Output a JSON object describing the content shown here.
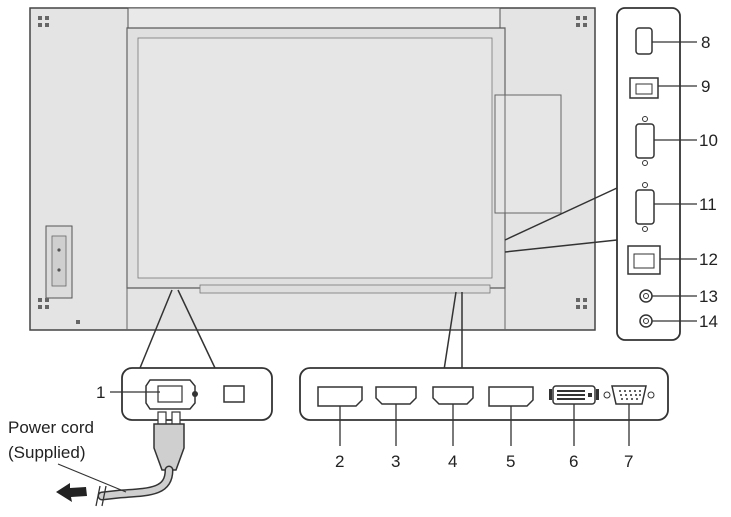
{
  "callouts": {
    "c1": "1",
    "c2": "2",
    "c3": "3",
    "c4": "4",
    "c5": "5",
    "c6": "6",
    "c7": "7",
    "c8": "8",
    "c9": "9",
    "c10": "10",
    "c11": "11",
    "c12": "12",
    "c13": "13",
    "c14": "14"
  },
  "power_cord": {
    "line1": "Power cord",
    "line2": "(Supplied)"
  },
  "colors": {
    "panel_fill": "#e4e4e4",
    "panel_stroke": "#444444",
    "port_stroke": "#333333"
  }
}
